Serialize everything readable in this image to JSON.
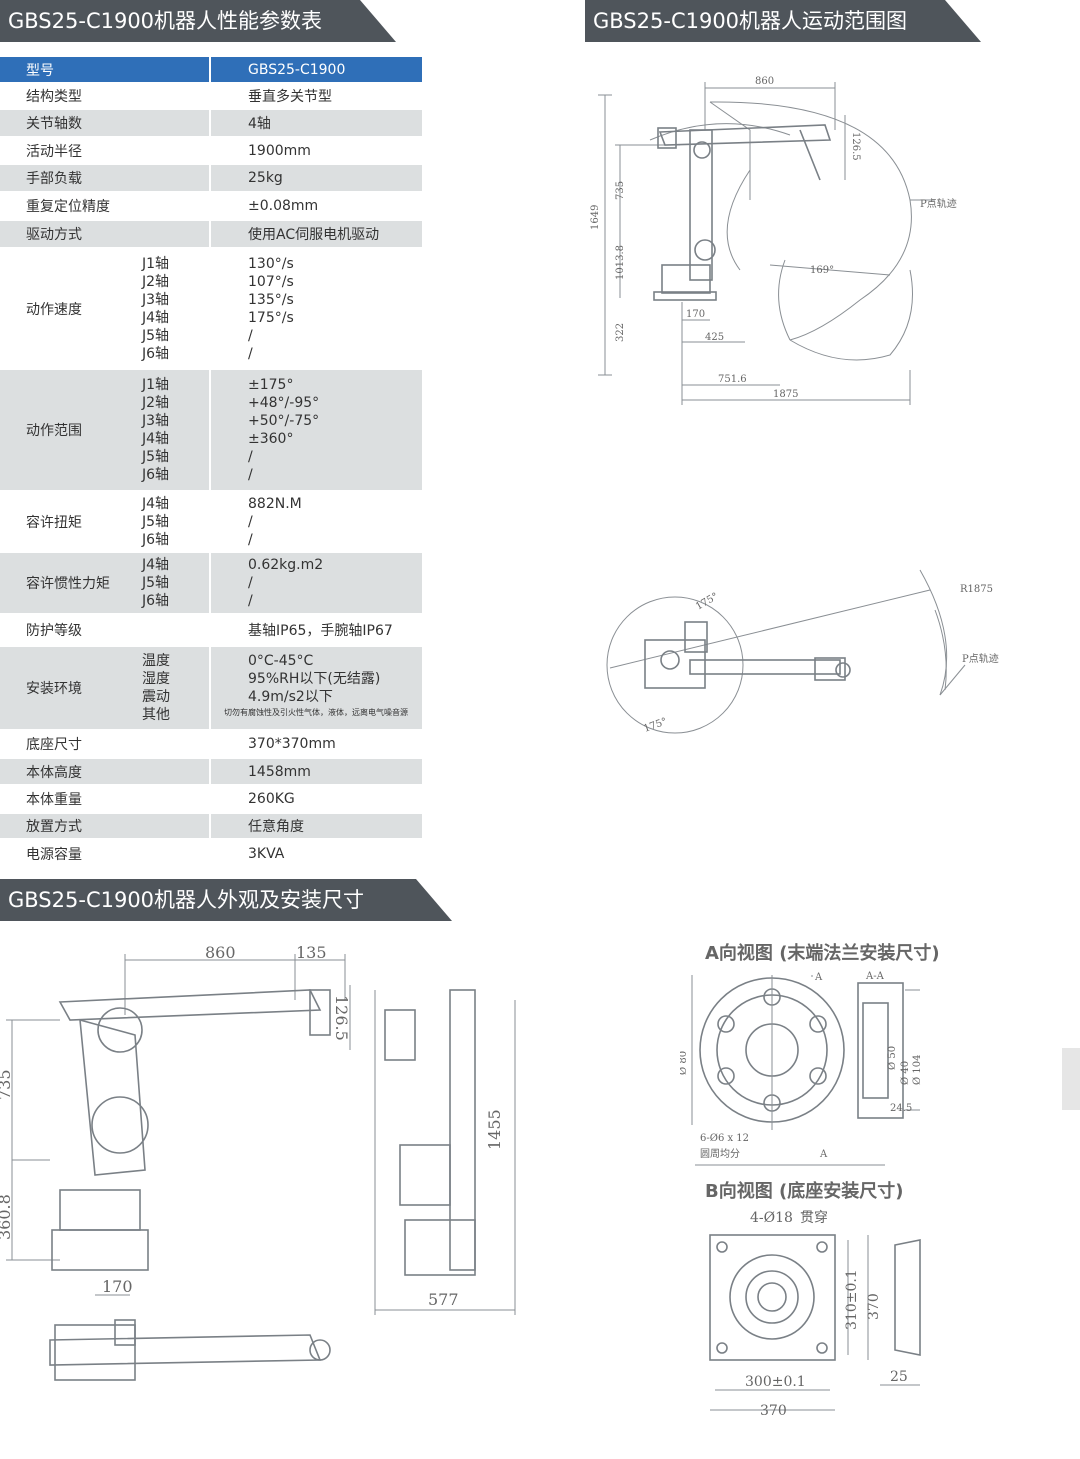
{
  "headers": {
    "spec_table": "GBS25-C1900机器人性能参数表",
    "motion_range": "GBS25-C1900机器人运动范围图",
    "appearance": "GBS25-C1900机器人外观及安装尺寸"
  },
  "spec": {
    "model_label": "型号",
    "model_value": "GBS25-C1900",
    "structure_label": "结构类型",
    "structure_value": "垂直多关节型",
    "axes_label": "关节轴数",
    "axes_value": "4轴",
    "radius_label": "活动半径",
    "radius_value": "1900mm",
    "payload_label": "手部负载",
    "payload_value": "25kg",
    "repeat_label": "重复定位精度",
    "repeat_value": "±0.08mm",
    "drive_label": "驱动方式",
    "drive_value": "使用AC伺服电机驱动",
    "speed_label": "动作速度",
    "speed_axes": [
      "J1轴",
      "J2轴",
      "J3轴",
      "J4轴",
      "J5轴",
      "J6轴"
    ],
    "speed_values": [
      "130°/s",
      "107°/s",
      "135°/s",
      "175°/s",
      "/",
      "/"
    ],
    "range_label": "动作范围",
    "range_axes": [
      "J1轴",
      "J2轴",
      "J3轴",
      "J4轴",
      "J5轴",
      "J6轴"
    ],
    "range_values": [
      "±175°",
      "+48°/-95°",
      "+50°/-75°",
      "±360°",
      "/",
      "/"
    ],
    "torque_label": "容许扭矩",
    "torque_axes": [
      "J4轴",
      "J5轴",
      "J6轴"
    ],
    "torque_values": [
      "882N.M",
      "/",
      "/"
    ],
    "inertia_label": "容许惯性力矩",
    "inertia_axes": [
      "J4轴",
      "J5轴",
      "J6轴"
    ],
    "inertia_values": [
      "0.62kg.m2",
      "/",
      "/"
    ],
    "protection_label": "防护等级",
    "protection_value": "基轴IP65，手腕轴IP67",
    "env_label": "安装环境",
    "env_items": [
      "温度",
      "湿度",
      "震动",
      "其他"
    ],
    "env_values": [
      "0°C-45°C",
      "95%RH以下(无结露)",
      "4.9m/s2以下",
      "切勿有腐蚀性及引火性气体，液体，远离电气噪音源"
    ],
    "base_label": "底座尺寸",
    "base_value": "370*370mm",
    "height_label": "本体高度",
    "height_value": "1458mm",
    "weight_label": "本体重量",
    "weight_value": "260KG",
    "placement_label": "放置方式",
    "placement_value": "任意角度",
    "power_label": "电源容量",
    "power_value": "3KVA"
  },
  "motion_dims": {
    "d860": "860",
    "d1265": "126.5",
    "d1649": "1649",
    "d735": "735",
    "d10138": "1013.8",
    "d322": "322",
    "d170": "170",
    "d425": "425",
    "d7516": "751.6",
    "d1875": "1875",
    "p_left": "P点轨迹",
    "angle169": "169°",
    "r1875": "R1875",
    "p_right": "P点轨迹",
    "a175a": "175°",
    "a175b": "175°"
  },
  "appearance_dims": {
    "d860": "860",
    "d135": "135",
    "d1265": "126.5",
    "d735": "735",
    "d3608": "360.8",
    "d170": "170",
    "d1455": "1455",
    "d577": "577"
  },
  "flange": {
    "title": "A向视图 (末端法兰安装尺寸)",
    "arrow_a1": "A",
    "arrow_a2": "A",
    "section": "A-A",
    "d80": "Ø 80",
    "d50": "Ø 50",
    "d40": "Ø 40",
    "d104": "Ø 104",
    "d245": "24.5",
    "holes": "6-Ø6 x 12",
    "holes_note": "圆周均分"
  },
  "base_view": {
    "title": "B向视图 (底座安装尺寸)",
    "holes": "4-Ø18",
    "through": "贯穿",
    "d310": "310±0.1",
    "d370v": "370",
    "d300": "300±0.1",
    "d370h": "370",
    "d25": "25"
  }
}
